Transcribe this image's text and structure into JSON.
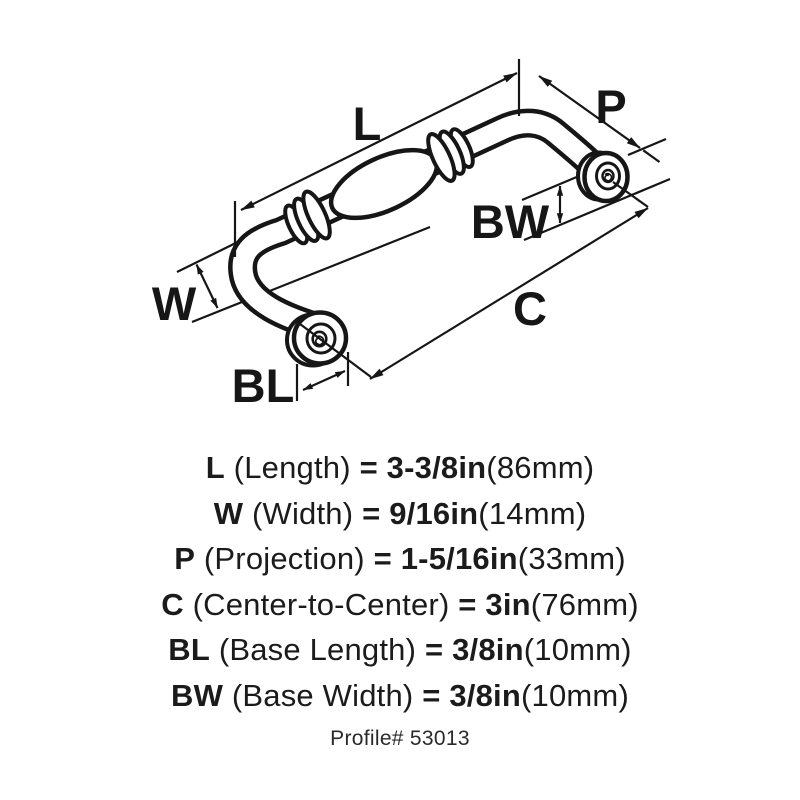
{
  "colors": {
    "ink": "#161616",
    "background": "#ffffff"
  },
  "diagram": {
    "labels": {
      "L": "L",
      "P": "P",
      "BW": "BW",
      "W": "W",
      "C": "C",
      "BL": "BL"
    }
  },
  "spec": {
    "rows": [
      {
        "term": "L",
        "name": " (Length) ",
        "value": "= 3-3/8in",
        "metric": "(86mm)"
      },
      {
        "term": "W",
        "name": " (Width) ",
        "value": "= 9/16in",
        "metric": "(14mm)"
      },
      {
        "term": "P",
        "name": " (Projection) ",
        "value": "= 1-5/16in",
        "metric": "(33mm)"
      },
      {
        "term": "C",
        "name": " (Center-to-Center) ",
        "value": "= 3in",
        "metric": "(76mm)"
      },
      {
        "term": "BL",
        "name": " (Base Length) ",
        "value": "= 3/8in",
        "metric": "(10mm)"
      },
      {
        "term": "BW",
        "name": " (Base Width) ",
        "value": "= 3/8in",
        "metric": "(10mm)"
      }
    ],
    "profile": "Profile# 53013"
  }
}
